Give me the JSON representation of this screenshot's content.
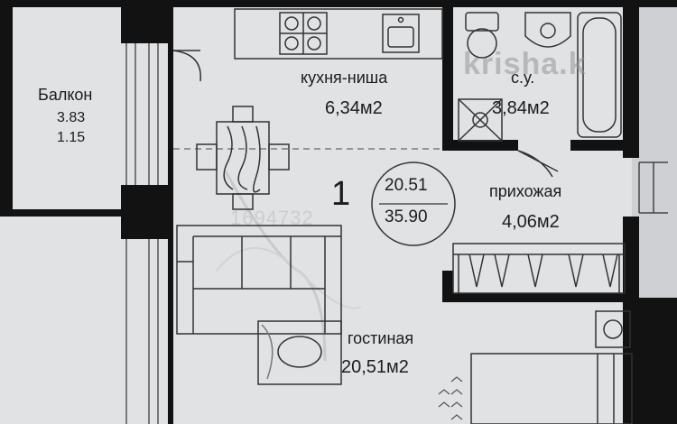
{
  "watermark": "krisha.k",
  "listing_id": "1694732",
  "apartment": {
    "number": "1",
    "living_area": "20.51",
    "total_area": "35.90"
  },
  "rooms": {
    "balcony": {
      "name": "Балкон",
      "dim1": "3.83",
      "dim2": "1.15"
    },
    "kitchen": {
      "name": "кухня-ниша",
      "area": "6,34м2"
    },
    "bathroom": {
      "name": "с.у.",
      "area": "3,84м2"
    },
    "hallway": {
      "name": "прихожая",
      "area": "4,06м2"
    },
    "living": {
      "name": "гостиная",
      "area": "20,51м2"
    }
  },
  "colors": {
    "wall": "#121212",
    "paper": "#e1e2e4",
    "line": "#444444"
  }
}
